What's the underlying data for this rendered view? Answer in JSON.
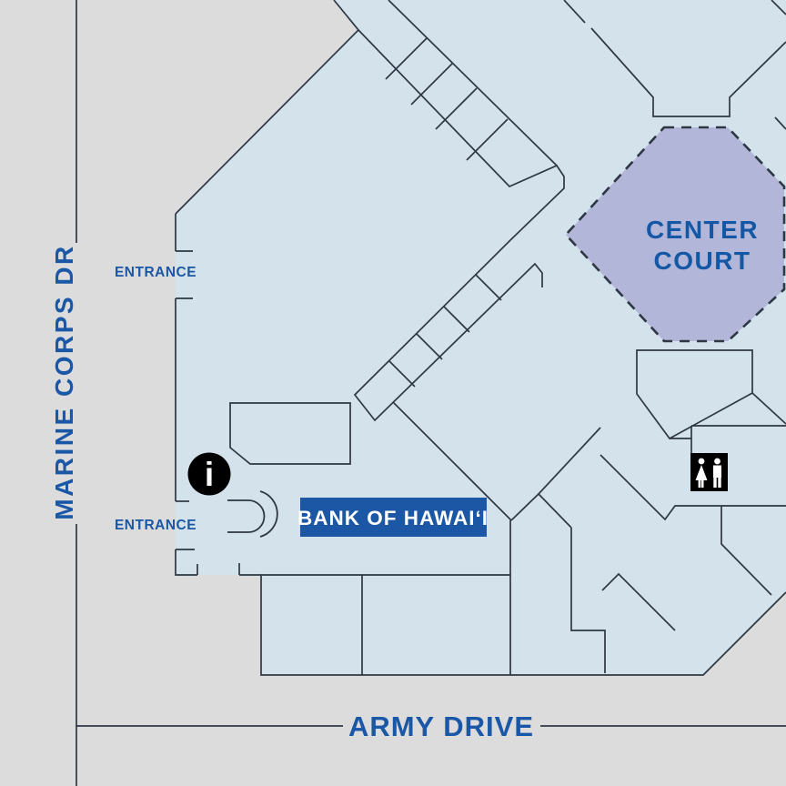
{
  "map_title": "mall-directory-map",
  "roads": {
    "left": {
      "name": "MARINE CORPS DR",
      "orientation": "vertical"
    },
    "bottom": {
      "name": "ARMY DRIVE",
      "orientation": "horizontal"
    }
  },
  "entrances": {
    "top": {
      "label": "ENTRANCE"
    },
    "bottom": {
      "label": "ENTRANCE"
    }
  },
  "areas": {
    "center_court": {
      "line1": "CENTER",
      "line2": "COURT",
      "fill": "#b2b6d9",
      "border": "dashed"
    },
    "bank": {
      "name": "BANK OF HAWAIʻI",
      "fill": "#1c57a5",
      "text_color": "#ffffff"
    }
  },
  "icons": {
    "information": {
      "name": "information-icon",
      "glyph": "i",
      "shape": "black-circle"
    },
    "restroom": {
      "name": "restroom-icon",
      "shape": "black-square",
      "figures": "woman-man"
    },
    "entrance_arcs": {
      "name": "entrance-arc-icon",
      "shape": "double-arc"
    }
  },
  "colors": {
    "background": "#dcdcdd",
    "mall_fill": "#d3e2eb",
    "court_fill": "#b2b6d9",
    "outline": "#2e3744",
    "label_blue": "#1a57a6",
    "bank_fill": "#1c57a5",
    "icon_black": "#000000",
    "icon_white": "#ffffff"
  }
}
